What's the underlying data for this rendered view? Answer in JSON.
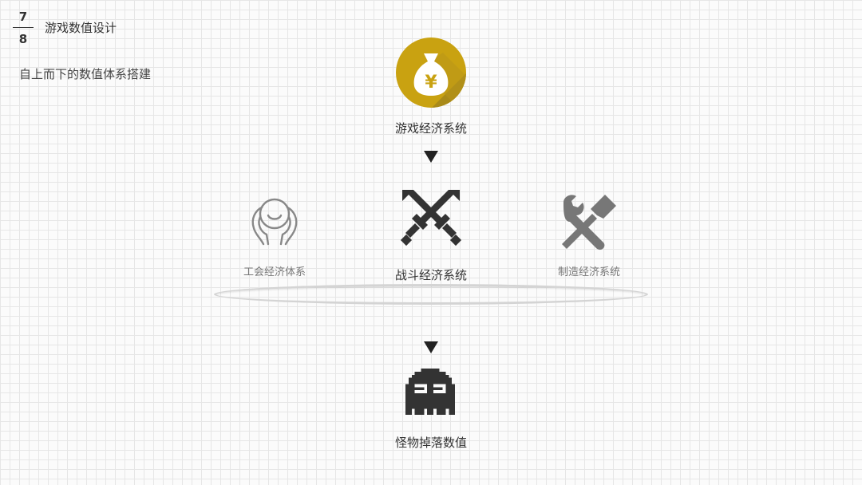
{
  "page": {
    "current": "7",
    "total": "8"
  },
  "header": {
    "title": "游戏数值设计",
    "subtitle": "自上而下的数值体系搭建"
  },
  "diagram": {
    "top_node": {
      "label": "游戏经济系统",
      "icon": "money-bag-icon",
      "color": "#c9a211"
    },
    "middle": {
      "left": {
        "label": "工会经济体系",
        "icon": "guild-people-icon"
      },
      "center": {
        "label": "战斗经济系统",
        "icon": "crossed-swords-icon"
      },
      "right": {
        "label": "制造经济系统",
        "icon": "wrench-screwdriver-icon"
      }
    },
    "bottom_node": {
      "label": "怪物掉落数值",
      "icon": "pixel-ghost-icon"
    }
  }
}
